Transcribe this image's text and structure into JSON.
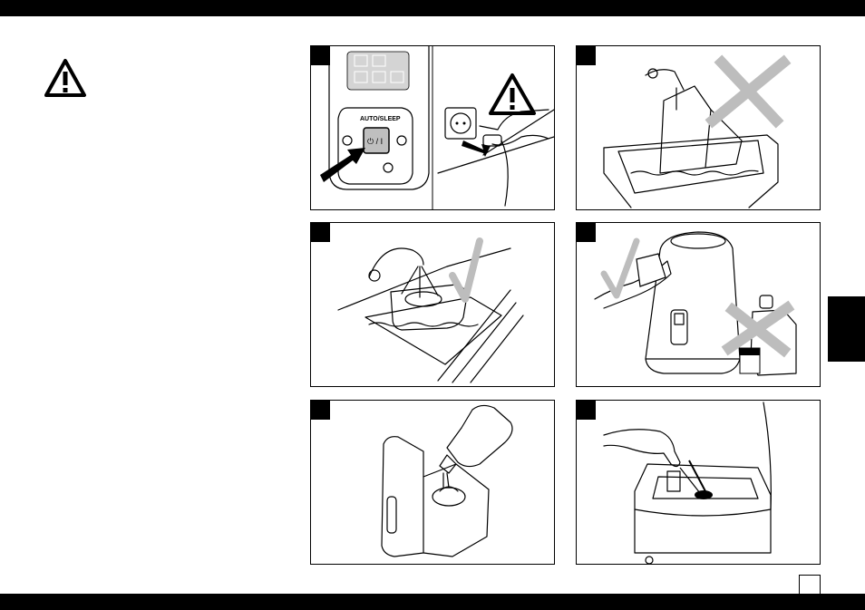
{
  "header_bar": "",
  "footer_bar": "",
  "warning_icon": "warning-triangle-icon",
  "figures": [
    {
      "id": "fig-1",
      "control_label": "AUTO/SLEEP",
      "power_label": "⏻ / I"
    },
    {
      "id": "fig-2"
    },
    {
      "id": "fig-3"
    },
    {
      "id": "fig-4"
    },
    {
      "id": "fig-5"
    },
    {
      "id": "fig-6"
    }
  ],
  "colors": {
    "bar": "#000000",
    "cross": "#bdbdbd",
    "panel_gray": "#cfcfcf"
  }
}
